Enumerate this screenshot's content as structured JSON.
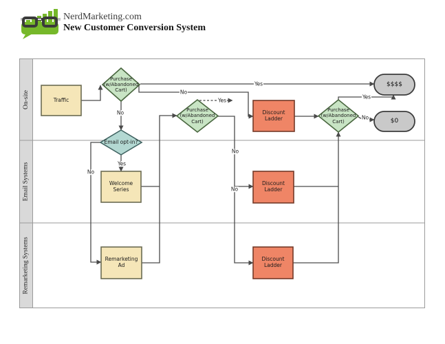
{
  "header": {
    "site": "NerdMarketing.com",
    "title": "New Customer Conversion System",
    "logo_icon": "nerd-glasses-barchart-speech-bubble"
  },
  "colors": {
    "logo": "#76b82a",
    "glasses": "#3a3a3a",
    "tan": "#f5e6b8",
    "green": "#c8e4c4",
    "teal": "#b3d8d2",
    "salmon": "#ef8566",
    "terminator": "#c9c9c9",
    "lane": "#d9d9d9",
    "grid": "#9a9a9a",
    "line": "#4a4a4a"
  },
  "lanes": [
    {
      "label": "On-site"
    },
    {
      "label": "Email Systems"
    },
    {
      "label": "Remarketing Systems"
    }
  ],
  "nodes": {
    "traffic": {
      "label": "Traffic",
      "type": "process"
    },
    "purchase1": {
      "label": "Purchase (w/Abandoned Cart)",
      "type": "decision"
    },
    "purchase2": {
      "label": "Purchase (w/Abandoned Cart)",
      "type": "decision"
    },
    "purchase3": {
      "label": "Purchase (w/Abandoned Cart)",
      "type": "decision"
    },
    "email_optin": {
      "label": "Email opt-in?",
      "type": "decision"
    },
    "welcome": {
      "label": "Welcome Series",
      "type": "process"
    },
    "remarketing_ad": {
      "label": "Remarketing Ad",
      "type": "process"
    },
    "discount1": {
      "label": "Discount Ladder",
      "type": "process"
    },
    "discount2": {
      "label": "Discount Ladder",
      "type": "process"
    },
    "discount3": {
      "label": "Discount Ladder",
      "type": "process"
    },
    "money": {
      "label": "$$$$",
      "type": "terminator"
    },
    "zero": {
      "label": "$0",
      "type": "terminator"
    }
  },
  "edge_labels": {
    "yes_main": "Yes",
    "no_to_discount1": "No",
    "no_to_optin": "No",
    "yes_to_welcome": "Yes",
    "no_optin_left": "No",
    "yes_dashed": "Yes",
    "no_d2_upper": "No",
    "no_d2_lower": "No",
    "yes_d3": "Yes",
    "no_d3": "No"
  }
}
